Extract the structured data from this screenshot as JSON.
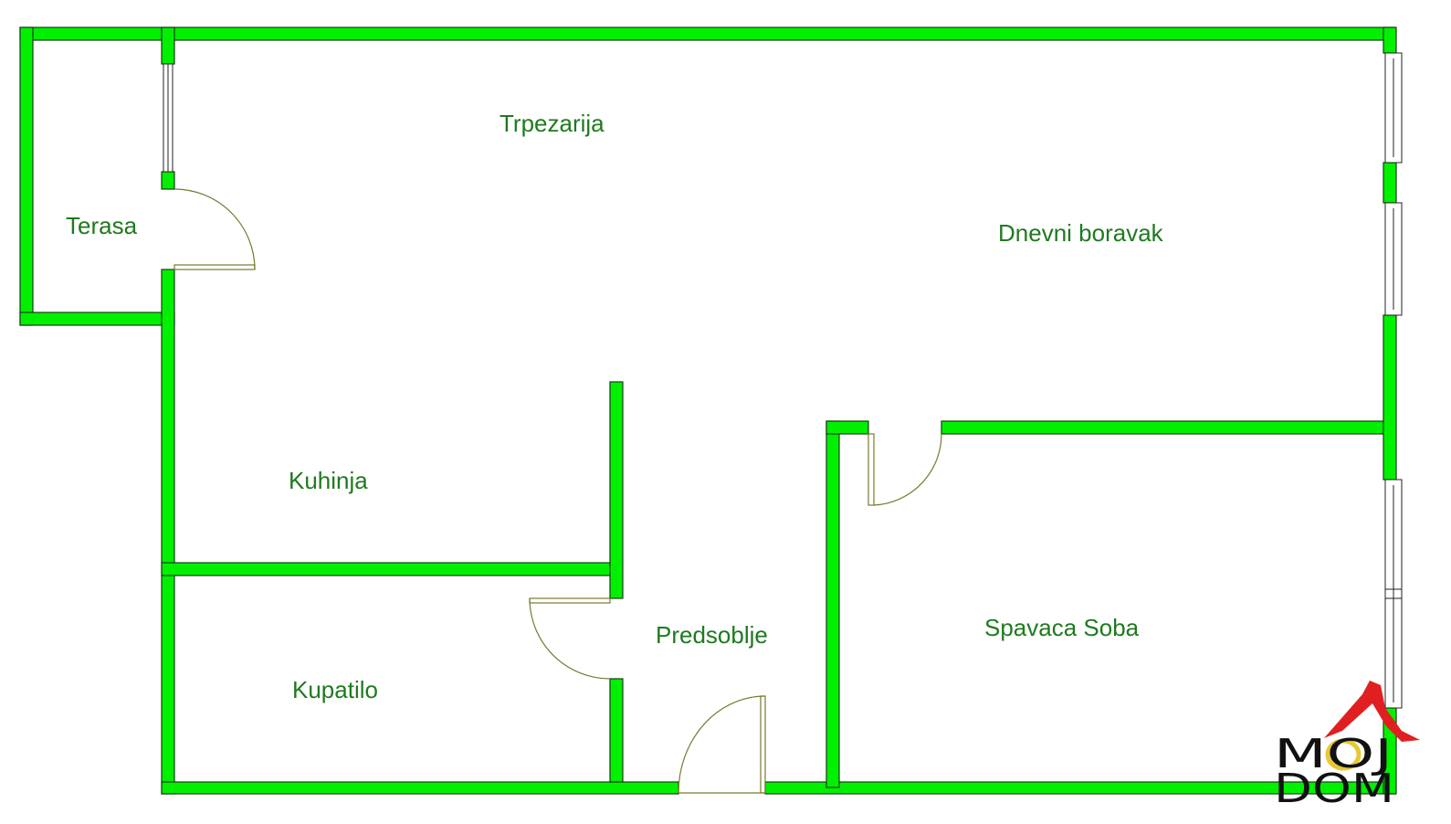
{
  "title": "Floor plan",
  "rooms": {
    "trpezarija": "Trpezarija",
    "terasa": "Terasa",
    "dnevni_boravak": "Dnevni boravak",
    "kuhinja": "Kuhinja",
    "predsoblje": "Predsoblje",
    "kupatilo": "Kupatilo",
    "spavaca_soba": "Spavaca Soba"
  },
  "logo": {
    "line1": "MOJ",
    "line2": "DOM"
  },
  "colors": {
    "wall": "#00f000",
    "label": "#1f7a1f",
    "logo_roof": "#e02020",
    "logo_ring": "#e8c830"
  }
}
